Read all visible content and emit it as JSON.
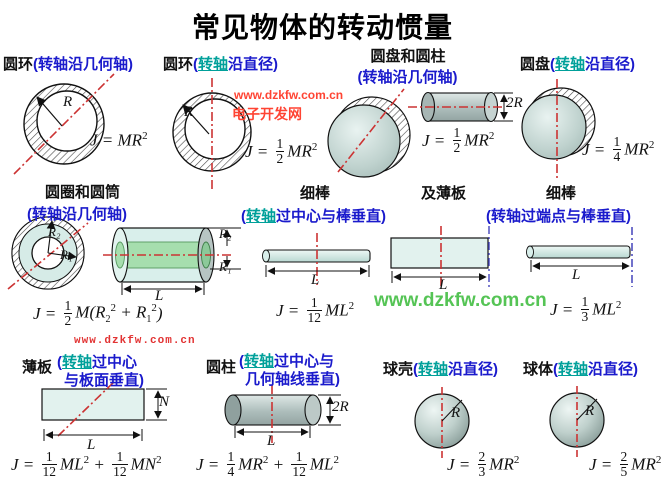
{
  "title": "常见物体的转动惯量",
  "watermarks": {
    "top_url": "www.dzkfw.com.cn",
    "top_site": "电子开发网",
    "mid_url": "www.dzkfw.com.cn",
    "bottom_url": "www.dzkfw.com.cn"
  },
  "colors": {
    "axis_red": "#cc3333",
    "axis_blue": "#4444bb",
    "label_blue": "#1a1acc",
    "label_teal": "#00a09a",
    "watermark_red": "#ff4433",
    "watermark_green": "#55c455"
  },
  "cells": {
    "c1": {
      "name": "圆环",
      "axis": [
        {
          "v": "(转轴沿几何轴)"
        }
      ],
      "formula": [
        {
          "v": "J = MR",
          "sup": "2"
        }
      ],
      "labels": {
        "R": "R"
      }
    },
    "c2": {
      "name": "圆环",
      "axis": [
        {
          "v": "("
        },
        {
          "v": "转轴",
          "hl": true
        },
        {
          "v": "沿直径)"
        }
      ],
      "formula": [
        {
          "v": "J = "
        },
        {
          "n": "1",
          "d": "2"
        },
        {
          "v": "MR",
          "sup": "2"
        }
      ],
      "labels": {
        "R": "R"
      }
    },
    "c3": {
      "name": "圆盘和圆柱",
      "axis": [
        {
          "v": "(转轴沿几何轴)"
        }
      ],
      "formula": [
        {
          "v": "J = "
        },
        {
          "n": "1",
          "d": "2"
        },
        {
          "v": "MR",
          "sup": "2"
        }
      ],
      "labels": {
        "d": "2R"
      }
    },
    "c4": {
      "name": "圆盘",
      "axis": [
        {
          "v": "("
        },
        {
          "v": "转轴",
          "hl": true
        },
        {
          "v": "沿直径)"
        }
      ],
      "formula": [
        {
          "v": "J = "
        },
        {
          "n": "1",
          "d": "4"
        },
        {
          "v": "MR",
          "sup": "2"
        }
      ]
    },
    "c5": {
      "name": "圆圈和圆筒",
      "axis": [
        {
          "v": "(转轴沿几何轴)"
        }
      ],
      "formula": [
        {
          "v": "J = "
        },
        {
          "n": "1",
          "d": "2"
        },
        {
          "v": "M(R",
          "sub": "2",
          "sup": "2"
        },
        {
          "v": " + R",
          "sub": "1",
          "sup": "2"
        },
        {
          "v": ")"
        }
      ],
      "labels": {
        "R2": "R₂",
        "R1": "R₁",
        "R2b": "R₂",
        "R1b": "R₁",
        "L": "L"
      }
    },
    "c6": {
      "name": "细棒",
      "axis": [
        {
          "v": "("
        },
        {
          "v": "转轴",
          "hl": true
        },
        {
          "v": "过中心与棒垂直)"
        }
      ],
      "formula": [
        {
          "v": "J = "
        },
        {
          "n": "1",
          "d": "12"
        },
        {
          "v": "ML",
          "sup": "2"
        }
      ],
      "labels": {
        "L": "L"
      }
    },
    "c7": {
      "name": "及薄板",
      "labels": {
        "L": "L"
      }
    },
    "c8": {
      "name": "细棒",
      "axis": [
        {
          "v": "(转轴过端点与棒垂直)"
        }
      ],
      "formula": [
        {
          "v": "J = "
        },
        {
          "n": "1",
          "d": "3"
        },
        {
          "v": "ML",
          "sup": "2"
        }
      ],
      "labels": {
        "L": "L"
      }
    },
    "c9": {
      "name": "薄板",
      "axis": [
        {
          "v": "("
        },
        {
          "v": "转轴",
          "hl": true
        },
        {
          "v": "过中心"
        }
      ],
      "axis2": [
        {
          "v": "与板面垂直)"
        }
      ],
      "formula": [
        {
          "v": "J = "
        },
        {
          "n": "1",
          "d": "12"
        },
        {
          "v": "ML",
          "sup": "2"
        },
        {
          "v": " + "
        },
        {
          "n": "1",
          "d": "12"
        },
        {
          "v": "MN",
          "sup": "2"
        }
      ],
      "labels": {
        "N": "N",
        "L": "L"
      }
    },
    "c10": {
      "name": "圆柱",
      "axis": [
        {
          "v": "("
        },
        {
          "v": "转轴",
          "hl": true
        },
        {
          "v": "过中心与"
        }
      ],
      "axis2": [
        {
          "v": "几何轴线垂直)"
        }
      ],
      "formula": [
        {
          "v": "J = "
        },
        {
          "n": "1",
          "d": "4"
        },
        {
          "v": "MR",
          "sup": "2"
        },
        {
          "v": " + "
        },
        {
          "n": "1",
          "d": "12"
        },
        {
          "v": "ML",
          "sup": "2"
        }
      ],
      "labels": {
        "d": "2R",
        "L": "L"
      }
    },
    "c11": {
      "name": "球壳",
      "axis": [
        {
          "v": "("
        },
        {
          "v": "转轴",
          "hl": true
        },
        {
          "v": "沿直径)"
        }
      ],
      "formula": [
        {
          "v": "J = "
        },
        {
          "n": "2",
          "d": "3"
        },
        {
          "v": "MR",
          "sup": "2"
        }
      ],
      "labels": {
        "R": "R"
      }
    },
    "c12": {
      "name": "球体",
      "axis": [
        {
          "v": "("
        },
        {
          "v": "转轴",
          "hl": true
        },
        {
          "v": "沿直径)"
        }
      ],
      "formula": [
        {
          "v": "J = "
        },
        {
          "n": "2",
          "d": "5"
        },
        {
          "v": "MR",
          "sup": "2"
        }
      ],
      "labels": {
        "R": "R"
      }
    }
  }
}
